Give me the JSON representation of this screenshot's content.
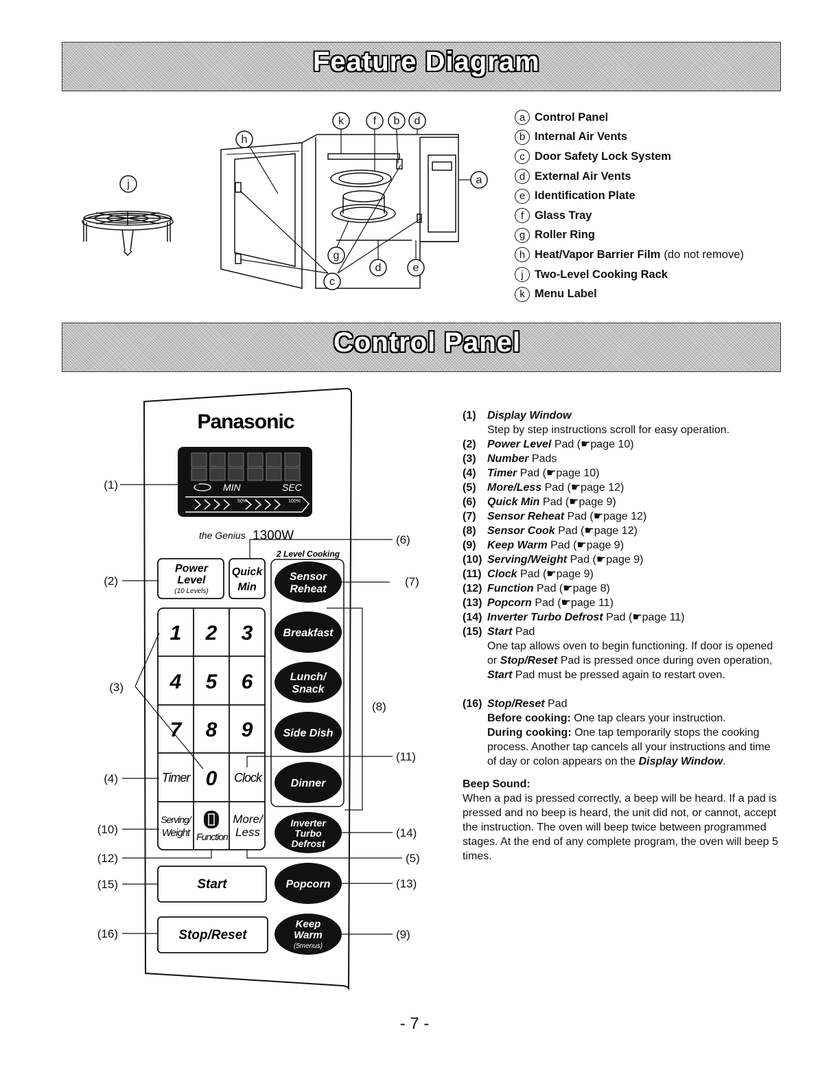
{
  "sections": {
    "feature_title": "Feature Diagram",
    "control_title": "Control Panel"
  },
  "legend": [
    {
      "letter": "a",
      "label": "Control Panel"
    },
    {
      "letter": "b",
      "label": "Internal Air Vents"
    },
    {
      "letter": "c",
      "label": "Door Safety Lock System"
    },
    {
      "letter": "d",
      "label": "External Air Vents"
    },
    {
      "letter": "e",
      "label": "Identification Plate"
    },
    {
      "letter": "f",
      "label": "Glass Tray"
    },
    {
      "letter": "g",
      "label": "Roller Ring"
    },
    {
      "letter": "h",
      "label": "Heat/Vapor Barrier Film",
      "note": "(do not remove)"
    },
    {
      "letter": "j",
      "label": "Two-Level Cooking Rack"
    },
    {
      "letter": "k",
      "label": "Menu Label"
    }
  ],
  "diagram": {
    "callouts": [
      "k",
      "f",
      "b",
      "d",
      "h",
      "j",
      "a",
      "g",
      "c",
      "d",
      "e"
    ]
  },
  "panel": {
    "brand": "Panasonic",
    "display": {
      "min": "MIN",
      "sec": "SEC",
      "pct50": "50%",
      "pct100": "100%"
    },
    "model_script": "the Genius",
    "model": "1300W",
    "two_level": "2 Level Cooking",
    "power_level": [
      "Power",
      "Level",
      "(10 Levels)"
    ],
    "quick_min": [
      "Quick",
      "Min"
    ],
    "sensor_reheat": [
      "Sensor",
      "Reheat"
    ],
    "breakfast": "Breakfast",
    "lunch_snack": [
      "Lunch/",
      "Snack"
    ],
    "side_dish": "Side Dish",
    "dinner": "Dinner",
    "inverter": [
      "Inverter",
      "Turbo",
      "Defrost"
    ],
    "popcorn": "Popcorn",
    "keep_warm": [
      "Keep",
      "Warm",
      "(5menus)"
    ],
    "digits": [
      "1",
      "2",
      "3",
      "4",
      "5",
      "6",
      "7",
      "8",
      "9",
      "0"
    ],
    "timer": "Timer",
    "clock": "Clock",
    "serving_weight": [
      "Serving/",
      "Weight"
    ],
    "function": "Function",
    "more_less": [
      "More/",
      "Less"
    ],
    "start": "Start",
    "stop_reset": "Stop/Reset",
    "callouts_left": [
      "(1)",
      "(2)",
      "(3)",
      "(4)",
      "(10)",
      "(12)",
      "(15)",
      "(16)"
    ],
    "callouts_right": [
      "(6)",
      "(7)",
      "(8)",
      "(11)",
      "(14)",
      "(5)",
      "(13)",
      "(9)"
    ]
  },
  "descriptions": {
    "items": [
      {
        "num": "(1)",
        "name": "Display Window",
        "text": ""
      },
      {
        "num": "(2)",
        "name": "Power Level",
        "text": " Pad (☛page 10)"
      },
      {
        "num": "(3)",
        "name": "Number",
        "text": " Pads"
      },
      {
        "num": "(4)",
        "name": "Timer",
        "text": " Pad (☛page 10)"
      },
      {
        "num": "(5)",
        "name": "More/Less",
        "text": " Pad (☛page 12)"
      },
      {
        "num": "(6)",
        "name": "Quick Min",
        "text": " Pad (☛page 9)"
      },
      {
        "num": "(7)",
        "name": "Sensor Reheat",
        "text": " Pad (☛page 12)"
      },
      {
        "num": "(8)",
        "name": "Sensor Cook",
        "text": " Pad (☛page 12)"
      },
      {
        "num": "(9)",
        "name": "Keep Warm",
        "text": " Pad (☛page 9)"
      },
      {
        "num": "(10)",
        "name": "Serving/Weight",
        "text": " Pad (☛page 9)"
      },
      {
        "num": "(11)",
        "name": "Clock",
        "text": " Pad (☛page 9)"
      },
      {
        "num": "(12)",
        "name": "Function",
        "text": " Pad (☛page 8)"
      },
      {
        "num": "(13)",
        "name": "Popcorn",
        "text": " Pad (☛page 11)"
      },
      {
        "num": "(14)",
        "name": "Inverter Turbo Defrost",
        "text": " Pad (☛page 11)"
      },
      {
        "num": "(15)",
        "name": "Start",
        "text": " Pad"
      },
      {
        "num": "(16)",
        "name": "Stop/Reset",
        "text": " Pad"
      }
    ],
    "display_window_text": "Step by step instructions scroll for easy operation.",
    "start_text": {
      "a": "One tap allows oven to begin functioning. If door is opened or ",
      "b": "Stop/Reset",
      "c": " Pad is pressed once during oven operation, ",
      "d": "Start",
      "e": " Pad must be pressed again to restart oven."
    },
    "stop_before_label": "Before cooking:",
    "stop_before_text": " One tap clears your instruction.",
    "stop_during_label": "During cooking:",
    "stop_during_text": " One tap temporarily stops the cooking process. Another tap cancels all your instructions and time of day or colon appears on the ",
    "stop_during_end": "Display Window",
    "beep_title": "Beep Sound:",
    "beep_text": "When a pad is pressed correctly, a beep will be heard. If a pad is pressed and no beep is heard, the unit did not, or cannot, accept the instruction. The oven will beep twice between programmed stages. At the end of any complete program, the oven will beep 5 times."
  },
  "page_number": "- 7 -"
}
